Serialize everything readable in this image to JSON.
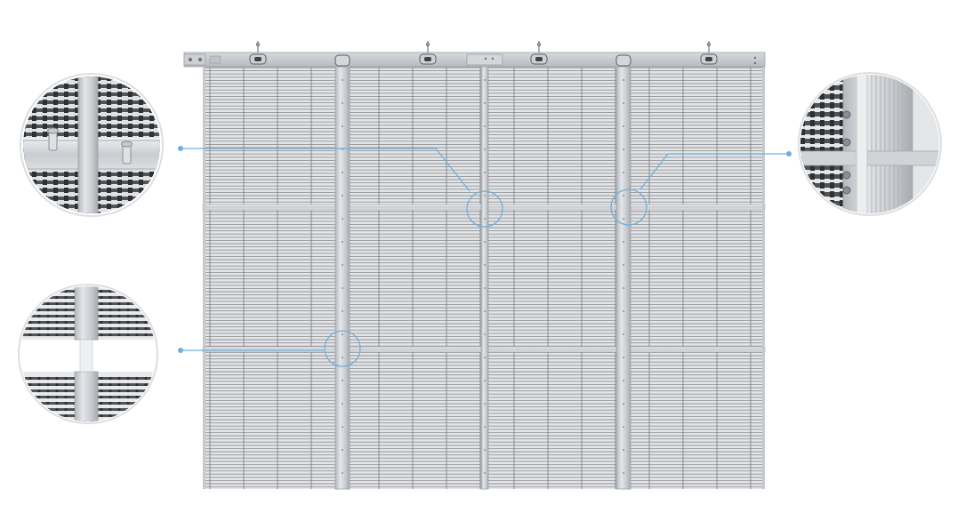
{
  "product": {
    "subject": "transparent-led-mesh-screen",
    "cabinet_columns": 4,
    "cabinet_rows": 3,
    "hanging_points": 4
  },
  "callouts": [
    {
      "id": "top-left-detail",
      "subject": "mesh-module-connector-pins"
    },
    {
      "id": "bottom-left-detail",
      "subject": "cabinet-row-joint"
    },
    {
      "id": "right-detail",
      "subject": "vertical-frame-bolt-joint"
    }
  ],
  "colors": {
    "accent": "#6fb0d9",
    "frame": "#c3c6ca",
    "frame_dark": "#9da1a6",
    "mesh_strip": "#505257",
    "mesh_led": "#2e3034",
    "background": "#ffffff"
  }
}
